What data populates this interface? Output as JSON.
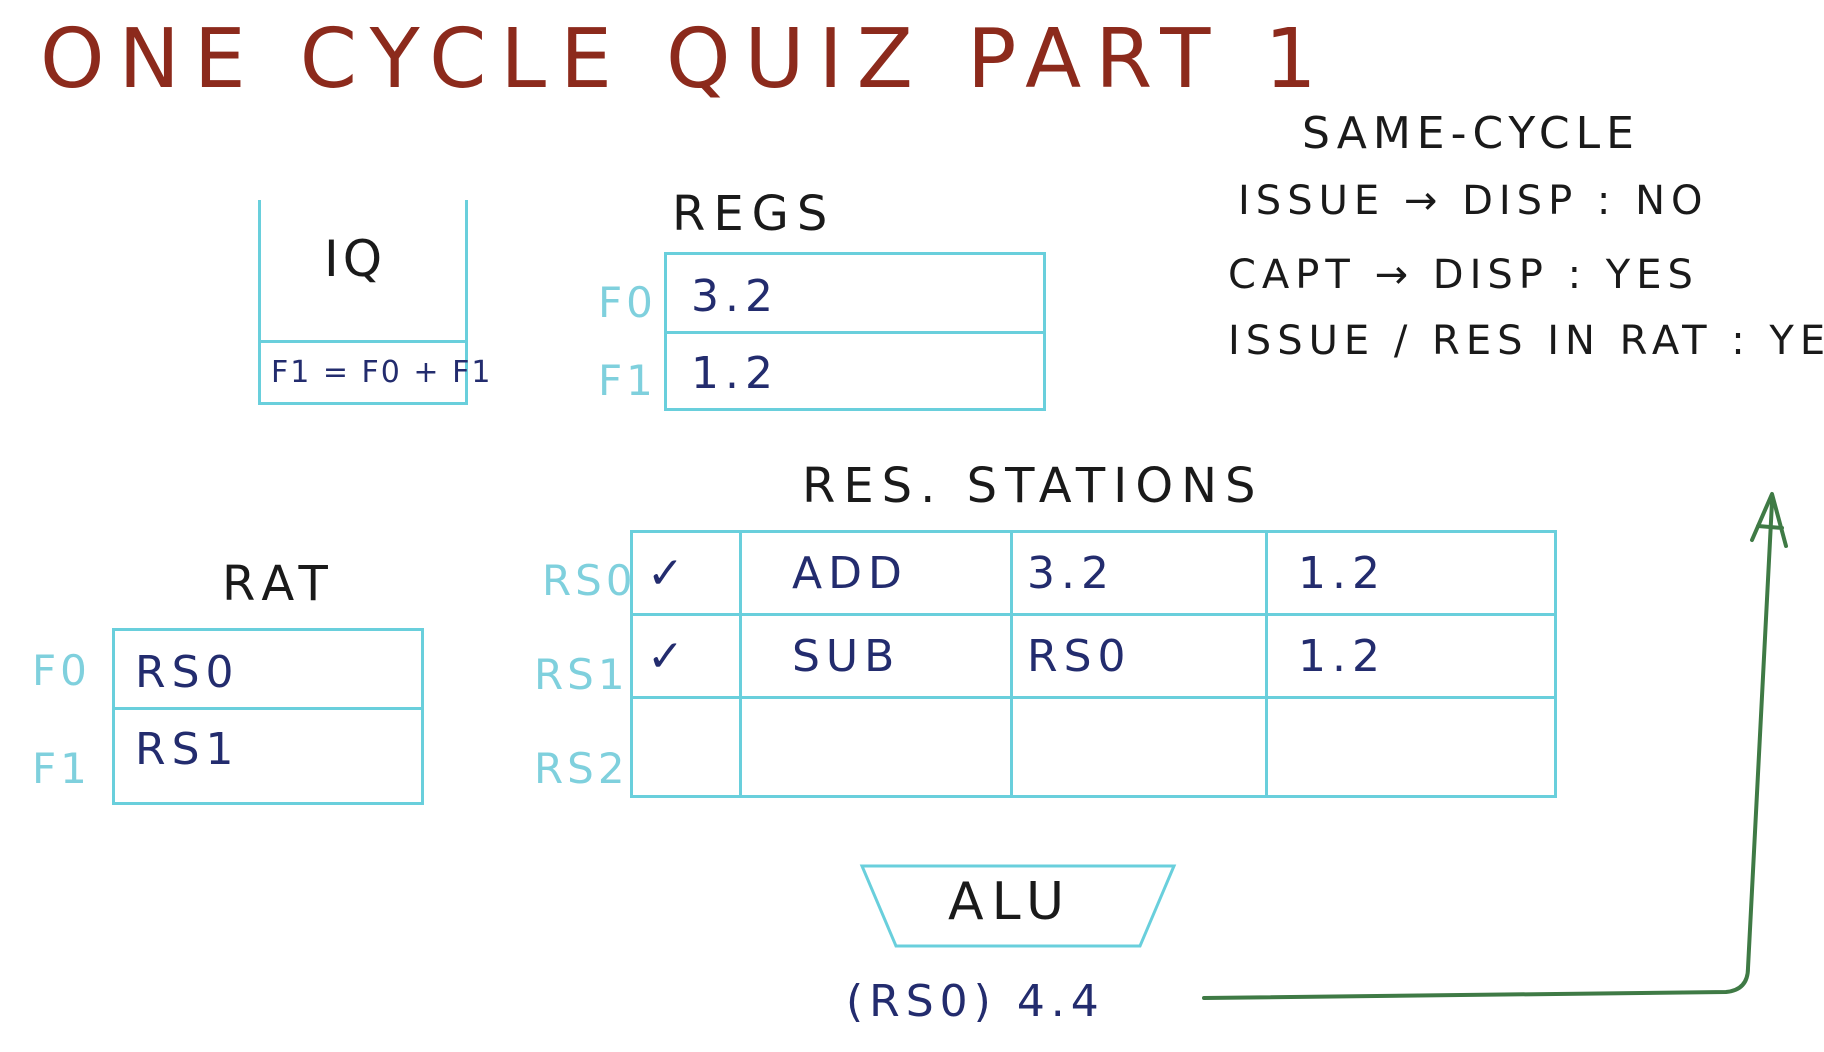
{
  "title": "ONE CYCLE QUIZ PART 1",
  "iq": {
    "label": "IQ",
    "entry": "F1 = F0 + F1"
  },
  "regs": {
    "label": "REGS",
    "rows": [
      {
        "name": "F0",
        "value": "3.2"
      },
      {
        "name": "F1",
        "value": "1.2"
      }
    ]
  },
  "same_cycle": {
    "heading": "SAME-CYCLE",
    "lines": [
      "ISSUE → DISP : NO",
      "CAPT → DISP : YES",
      "ISSUE / RES IN RAT : YES"
    ]
  },
  "rat": {
    "label": "RAT",
    "rows": [
      {
        "name": "F0",
        "value": "RS0"
      },
      {
        "name": "F1",
        "value": "RS1"
      }
    ]
  },
  "res_stations": {
    "label": "RES. STATIONS",
    "rows": [
      {
        "name": "RS0",
        "busy": "✓",
        "op": "ADD",
        "src1": "3.2",
        "src2": "1.2"
      },
      {
        "name": "RS1",
        "busy": "✓",
        "op": "SUB",
        "src1": "RS0",
        "src2": "1.2"
      },
      {
        "name": "RS2",
        "busy": "",
        "op": "",
        "src1": "",
        "src2": ""
      }
    ]
  },
  "alu": {
    "label": "ALU",
    "result": "(RS0) 4.4"
  },
  "colors": {
    "title": "#8c2a1c",
    "box": "#69cfdc",
    "ink_navy": "#232c6e",
    "arrow": "#3f7a45"
  }
}
